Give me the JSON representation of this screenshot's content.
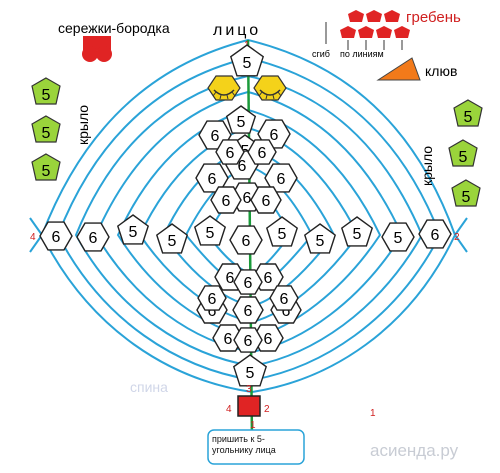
{
  "labels": {
    "face": "лицо",
    "earrings_beard": "сережки-бородка",
    "comb": "гребень",
    "fold": "сгиб",
    "along_lines": "по линиям",
    "beak": "клюв",
    "wing_left": "крыло",
    "wing_right": "крыло",
    "back": "спина",
    "note": "пришить к 5-угольнику лица",
    "watermark": "асиенда.ру"
  },
  "numbers": {
    "top_1": "1",
    "left_4": "4",
    "right_2": "2",
    "bottom_3": "3",
    "tail_4": "4",
    "tail_2": "2",
    "tail_1": "1",
    "stray_1": "1"
  },
  "cells": {
    "top_pentagon": "5",
    "column": [
      "5",
      "5",
      "6",
      "6",
      "6",
      "6",
      "6",
      "6",
      "6",
      "6",
      "6",
      "6"
    ],
    "row": [
      "6",
      "6",
      "5",
      "5",
      "5",
      "5",
      "5",
      "5",
      "5",
      "6",
      "6",
      "6"
    ],
    "lower": [
      "6",
      "6",
      "6",
      "6",
      "6",
      "6",
      "6",
      "6",
      "6",
      "6",
      "6"
    ],
    "bottom_pentagon": "5",
    "wing_left": [
      "5",
      "5",
      "5"
    ],
    "wing_right": [
      "5",
      "5",
      "5"
    ]
  },
  "colors": {
    "line": "#2aa3d8",
    "green_line": "#1a9a3a",
    "red": "#e02424",
    "wing": "#9ad43b",
    "eye": "#f4d21a",
    "beak": "#f27a1a",
    "text_red": "#d02020"
  }
}
